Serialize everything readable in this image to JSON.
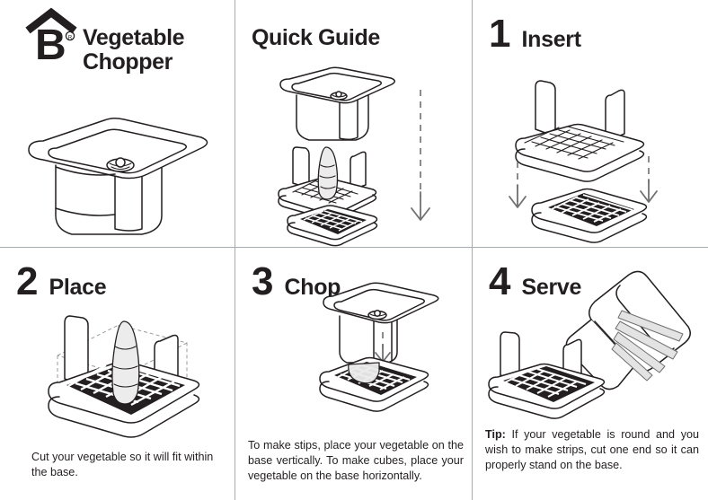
{
  "document": {
    "type": "product-instruction-sheet",
    "layout": "2 rows x 3 columns panel grid",
    "divider_color": "#a9acae",
    "ink_color": "#231f20"
  },
  "brand": {
    "logo_letter": "B",
    "logo_trademark": "®",
    "product_name": "Vegetable\nChopper"
  },
  "panels": {
    "quick_guide": {
      "title": "Quick Guide"
    },
    "step1": {
      "number": "1",
      "title": "Insert"
    },
    "step2": {
      "number": "2",
      "title": "Place",
      "caption": "Cut your vegetable so it will fit within the base."
    },
    "step3": {
      "number": "3",
      "title": "Chop",
      "caption": "To make stips, place your vegetable on the base vertically. To make cubes, place your vegetable on the base horizontally."
    },
    "step4": {
      "number": "4",
      "title": "Serve",
      "tip_label": "Tip:",
      "tip_text": " If your vegetable is round and you wish to make strips, cut one end so it can properly stand on the base."
    }
  }
}
